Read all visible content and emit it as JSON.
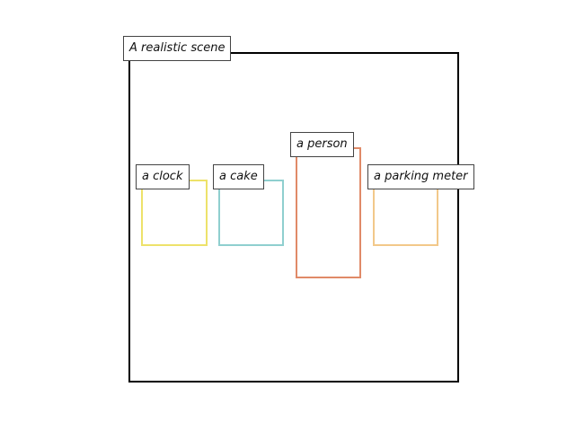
{
  "scene": {
    "label": "A realistic scene",
    "color": "#000000"
  },
  "objects": [
    {
      "label": "a clock",
      "color": "#ede26a"
    },
    {
      "label": "a cake",
      "color": "#8fcfcf"
    },
    {
      "label": "a person",
      "color": "#e08a68"
    },
    {
      "label": "a parking meter",
      "color": "#f2c88a"
    }
  ]
}
